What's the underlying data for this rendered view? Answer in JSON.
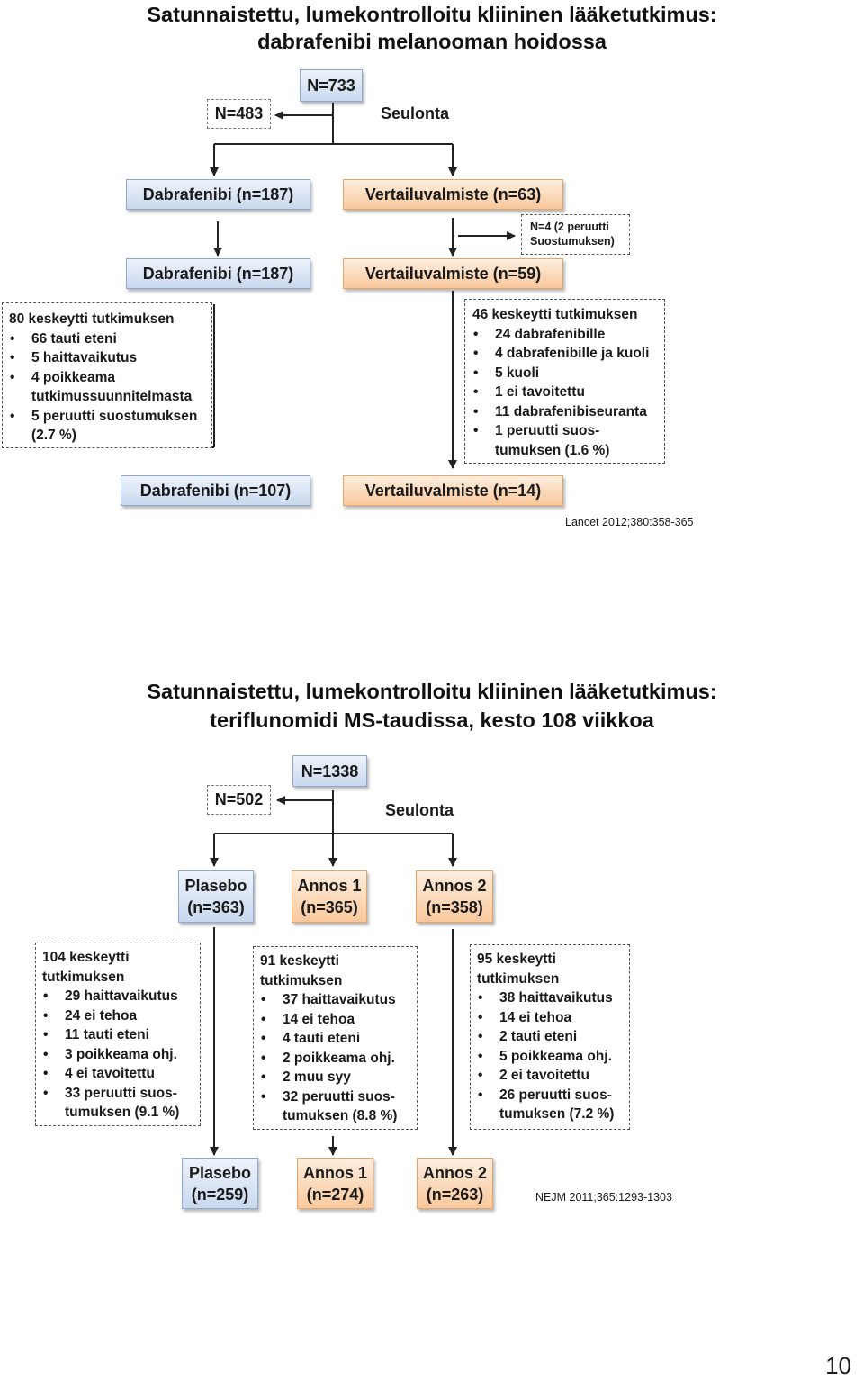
{
  "diagram1": {
    "title_line1": "Satunnaistettu, lumekontrolloitu kliininen lääketutkimus:",
    "title_line2": "dabrafenibi melanooman hoidossa",
    "screened": "N=733",
    "excluded": "N=483",
    "screening_label": "Seulonta",
    "arm1_randomized": "Dabrafenibi (n=187)",
    "arm2_randomized": "Vertailuvalmiste (n=63)",
    "arm2_withdrew_line1": "N=4 (2 peruutti",
    "arm2_withdrew_line2": "Suostumuksen)",
    "arm1_treated": "Dabrafenibi (n=187)",
    "arm2_treated": "Vertailuvalmiste (n=59)",
    "arm1_dropout": {
      "heading": "80 keskeytti tutkimuksen",
      "items": [
        "66 tauti eteni",
        "5 haittavaikutus",
        "4 poikkeama tutkimussuunnitelmasta",
        "5 peruutti suostumuksen (2.7 %)"
      ]
    },
    "arm2_dropout": {
      "heading": "46 keskeytti tutkimuksen",
      "items": [
        "24 dabrafenibille",
        "4 dabrafenibille ja kuoli",
        "5 kuoli",
        "1 ei tavoitettu",
        "11 dabrafenibiseuranta",
        "1 peruutti suos-tumuksen (1.6 %)"
      ]
    },
    "arm1_final": "Dabrafenibi (n=107)",
    "arm2_final": "Vertailuvalmiste (n=14)",
    "reference": "Lancet 2012;380:358-365"
  },
  "diagram2": {
    "title_line1": "Satunnaistettu, lumekontrolloitu kliininen lääketutkimus:",
    "title_line2": "teriflunomidi MS-taudissa, kesto 108 viikkoa",
    "screened": "N=1338",
    "excluded": "N=502",
    "screening_label": "Seulonta",
    "arms_randomized": [
      {
        "line1": "Plasebo",
        "line2": "(n=363)"
      },
      {
        "line1": "Annos 1",
        "line2": "(n=365)"
      },
      {
        "line1": "Annos 2",
        "line2": "(n=358)"
      }
    ],
    "dropouts": [
      {
        "heading": "104 keskeytti tutkimuksen",
        "items": [
          "29 haittavaikutus",
          "24 ei tehoa",
          "11 tauti eteni",
          "3 poikkeama ohj.",
          "4 ei tavoitettu",
          "33 peruutti suos-tumuksen (9.1 %)"
        ]
      },
      {
        "heading": "91 keskeytti tutkimuksen",
        "items": [
          "37 haittavaikutus",
          "14 ei tehoa",
          "4 tauti eteni",
          "2 poikkeama ohj.",
          "2 muu syy",
          "32 peruutti suos-tumuksen (8.8 %)"
        ]
      },
      {
        "heading": "95 keskeytti tutkimuksen",
        "items": [
          "38 haittavaikutus",
          "14 ei tehoa",
          "2 tauti eteni",
          "5 poikkeama ohj.",
          "2 ei tavoitettu",
          "26 peruutti suos-tumuksen (7.2 %)"
        ]
      }
    ],
    "arms_final": [
      {
        "line1": "Plasebo",
        "line2": "(n=259)"
      },
      {
        "line1": "Annos 1",
        "line2": "(n=274)"
      },
      {
        "line1": "Annos 2",
        "line2": "(n=263)"
      }
    ],
    "reference": "NEJM 2011;365:1293-1303"
  },
  "page_number": "10"
}
